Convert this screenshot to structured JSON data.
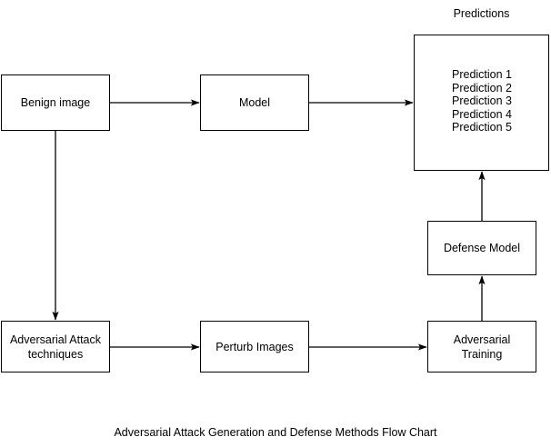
{
  "diagram": {
    "caption": "Adversarial Attack Generation and Defense Methods Flow Chart",
    "predictions_label": "Predictions",
    "nodes": {
      "benign_image": "Benign image",
      "model": "Model",
      "predictions": "Predictions",
      "defense_model": "Defense Model",
      "adversarial_attack_techniques": "Adversarial Attack\ntechniques",
      "perturb_images": "Perturb Images",
      "adversarial_training": "Adversarial Training"
    },
    "prediction_items": [
      "Prediction 1",
      "Prediction 2",
      "Prediction 3",
      "Prediction 4",
      "Prediction 5"
    ],
    "edges": [
      {
        "from": "benign_image",
        "to": "model",
        "direction": "right"
      },
      {
        "from": "model",
        "to": "predictions",
        "direction": "right"
      },
      {
        "from": "benign_image",
        "to": "adversarial_attack_techniques",
        "direction": "down"
      },
      {
        "from": "adversarial_attack_techniques",
        "to": "perturb_images",
        "direction": "right"
      },
      {
        "from": "perturb_images",
        "to": "adversarial_training",
        "direction": "right"
      },
      {
        "from": "adversarial_training",
        "to": "defense_model",
        "direction": "up"
      },
      {
        "from": "defense_model",
        "to": "predictions",
        "direction": "up"
      }
    ],
    "colors": {
      "background": "#ffffff",
      "stroke": "#000000",
      "text": "#000000"
    }
  }
}
